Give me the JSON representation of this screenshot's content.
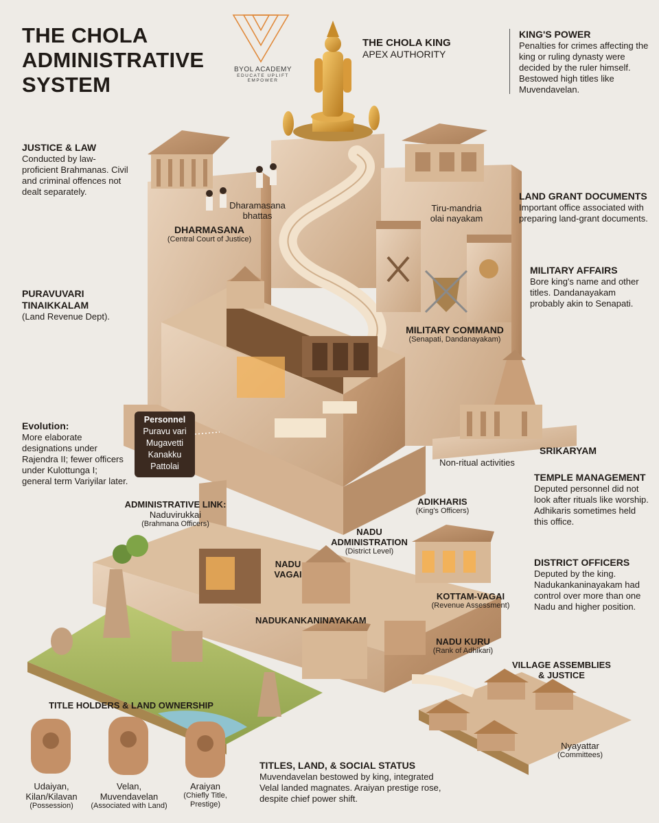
{
  "header": {
    "title_line1": "THE CHOLA",
    "title_line2": "ADMINISTRATIVE",
    "title_line3": "SYSTEM"
  },
  "logo": {
    "name": "BYOL ACADEMY",
    "tagline": "EDUCATE UPLIFT EMPOWER",
    "accent": "#e08a3c",
    "icon": "triangle-dots-icon"
  },
  "king": {
    "title": "THE CHOLA KING",
    "subtitle": "APEX AUTHORITY"
  },
  "kings_power": {
    "heading": "KING'S POWER",
    "text": "Penalties for crimes affecting the king or ruling dynasty were decided by the ruler himself. Bestowed high titles like Muvendavelan."
  },
  "justice": {
    "heading": "JUSTICE & LAW",
    "text": "Conducted by law-proficient Brahmanas. Civil and criminal offences not dealt separately."
  },
  "dharmasana": {
    "label": "DHARMASANA",
    "sub": "(Central Court of Justice)",
    "officials_line1": "Dharamasana",
    "officials_line2": "bhattas"
  },
  "tirumandira": {
    "line1": "Tiru-mandria",
    "line2": "olai nayakam"
  },
  "land_grant": {
    "heading": "LAND GRANT DOCUMENTS",
    "text": "Important office associated with preparing land-grant documents."
  },
  "military_affairs": {
    "heading": "MILITARY AFFAIRS",
    "text": "Bore king's name and other titles. Dandanayakam probably akin to Senapati."
  },
  "military_command": {
    "label": "MILITARY COMMAND",
    "sub": "(Senapati, Dandanayakam)"
  },
  "puravuvari": {
    "heading_line1": "PURAVUVARI",
    "heading_line2": "TINAIKKALAM",
    "sub": "(Land Revenue Dept)."
  },
  "personnel": {
    "heading": "Personnel",
    "items": [
      "Puravu vari",
      "Mugavetti",
      "Kanakku",
      "Pattolai"
    ]
  },
  "evolution": {
    "heading": "Evolution:",
    "text": "More elaborate designations under Rajendra II; fewer officers under Kulottunga I; general term Variyilar later."
  },
  "srikaryam": {
    "label": "SRIKARYAM",
    "non_ritual": "Non-ritual activities"
  },
  "temple": {
    "heading": "TEMPLE MANAGEMENT",
    "text": "Deputed personnel did not look after rituals like worship. Adhikaris sometimes held this office."
  },
  "admin_link": {
    "label": "ADMINISTRATIVE LINK:",
    "line2": "Naduvirukkai",
    "sub": "(Brahmana Officers)"
  },
  "adhikaris": {
    "label": "ADIKHARIS",
    "sub": "(King's Officers)"
  },
  "nadu_admin": {
    "line1": "NADU",
    "line2": "ADMINISTRATION",
    "sub": "(District Level)"
  },
  "nadu_vagai": {
    "line1": "NADU",
    "line2": "VAGAI"
  },
  "district": {
    "heading": "DISTRICT OFFICERS",
    "text": "Deputed by the king. Nadukankaninayakam had control over more than one Nadu and higher position."
  },
  "kottam": {
    "label": "KOTTAM-VAGAI",
    "sub": "(Revenue Assessment)"
  },
  "nadukankani": {
    "label": "NADUKANKANINAYAKAM"
  },
  "nadu_kuru": {
    "label": "NADU KURU",
    "sub": "(Rank of Adhikari)"
  },
  "village": {
    "line1": "VILLAGE ASSEMBLIES",
    "line2": "& JUSTICE"
  },
  "nyayattar": {
    "label": "Nyayattar",
    "sub": "(Committees)"
  },
  "title_holders": {
    "heading": "TITLE HOLDERS & LAND OWNERSHIP",
    "items": [
      {
        "name_line1": "Udaiyan,",
        "name_line2": "Kilan/Kilavan",
        "sub": "(Possession)"
      },
      {
        "name_line1": "Velan,",
        "name_line2": "Muvendavelan",
        "sub": "(Associated with Land)"
      },
      {
        "name_line1": "Araiyan",
        "name_line2": "(Chiefly Title,",
        "sub": "Prestige)"
      }
    ]
  },
  "titles_land": {
    "heading": "TITLES, LAND, & SOCIAL STATUS",
    "text": "Muvendavelan bestowed by king, integrated Velal landed magnates. Araiyan prestige rose, despite chief power shift."
  }
}
